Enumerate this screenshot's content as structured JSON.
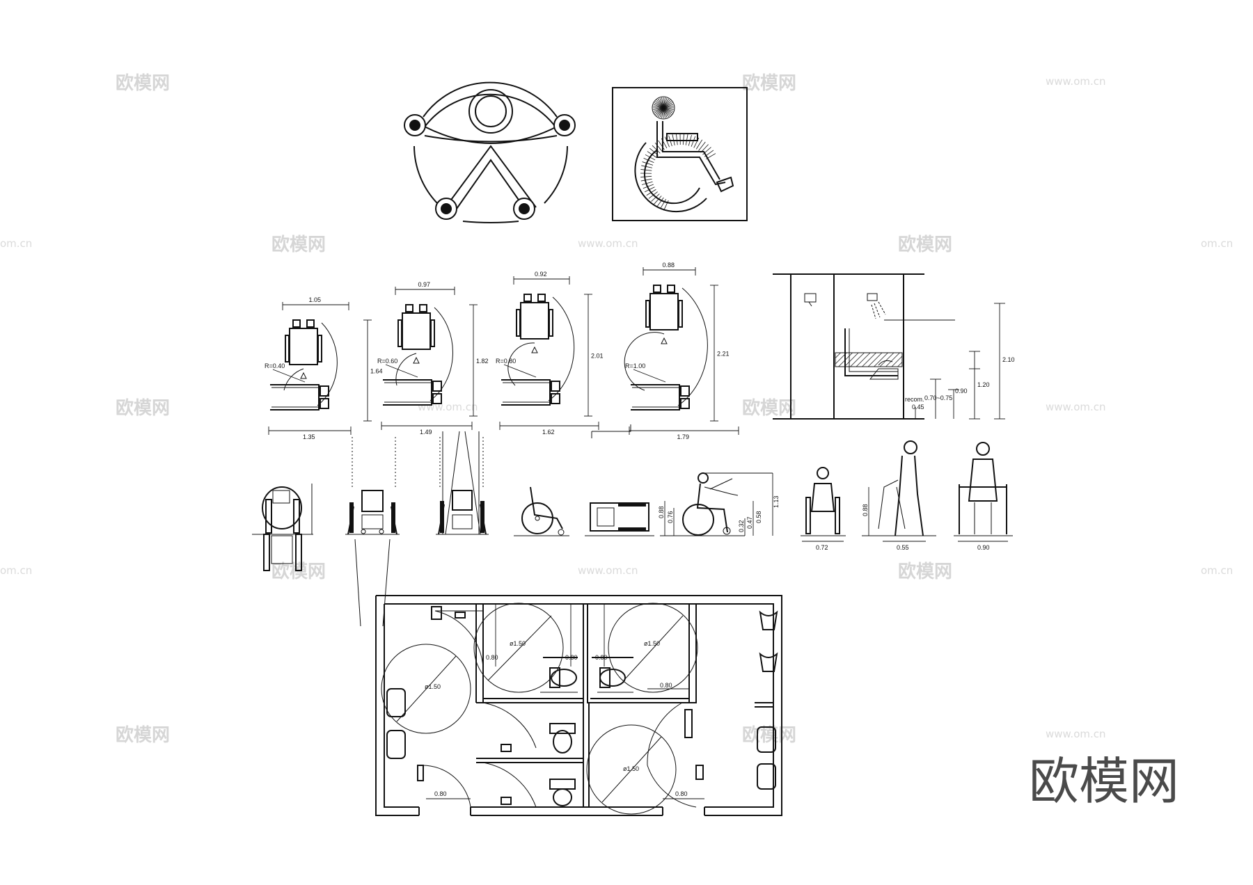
{
  "watermark": {
    "brand": "欧模网",
    "url": "www.om.cn",
    "url_short": "om.cn"
  },
  "signs": {
    "accessibility_symbol": "accessibility-emblem-icon",
    "wheelchair_symbol": "wheelchair-icon"
  },
  "turning_plans": [
    {
      "width": "1.05",
      "radius": "R=0.40",
      "height": "1.64",
      "length": "1.35"
    },
    {
      "width": "0.97",
      "radius": "R=0.60",
      "height": "1.82",
      "length": "1.49"
    },
    {
      "width": "0.92",
      "radius": "R=0.80",
      "height": "2.01",
      "length": "1.62"
    },
    {
      "width": "0.88",
      "radius": "R=1.00",
      "height": "2.21",
      "length": "1.79"
    }
  ],
  "shower_elevation": {
    "recom": "recom.",
    "seat_height": "0.45",
    "bar_range": "0.70~0.75",
    "grip_height": "0.90",
    "control_height": "1.20",
    "head_height": "2.10"
  },
  "figure_dims": {
    "side_heights": [
      "0.88",
      "0.76",
      "0.47",
      "0.58",
      "0.32",
      "1.13"
    ],
    "seated_width": "0.72",
    "walker_height": "0.88",
    "walker_width": "0.55",
    "frame_width": "0.90"
  },
  "floor_plan": {
    "clearance": "0.80",
    "turning_circle": "ø1.50"
  }
}
